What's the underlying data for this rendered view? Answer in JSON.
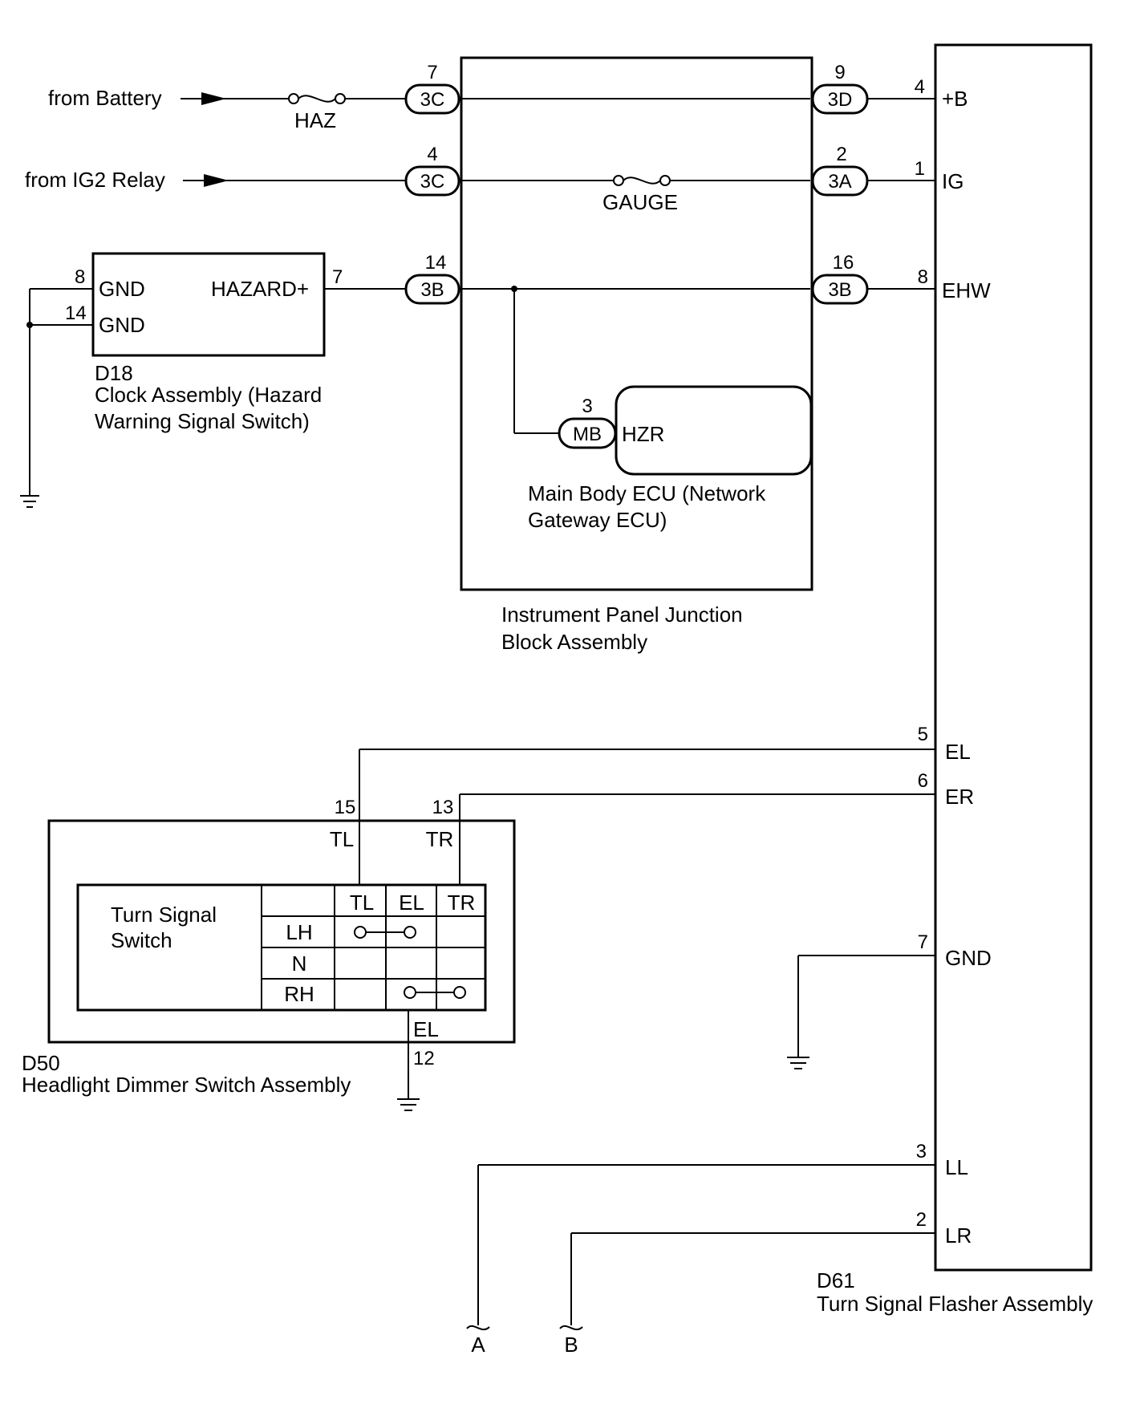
{
  "inputs": {
    "battery": "from Battery",
    "ig2": "from IG2 Relay"
  },
  "fuses": {
    "haz": "HAZ",
    "gauge": "GAUGE"
  },
  "clock": {
    "pin_gnd1": "8",
    "pin_gnd2": "14",
    "label_gnd1": "GND",
    "label_gnd2": "GND",
    "label_hazard": "HAZARD+",
    "pin_hazard": "7",
    "code": "D18",
    "name_line1": "Clock Assembly (Hazard",
    "name_line2": "Warning Signal Switch)"
  },
  "junction": {
    "left": [
      {
        "pin": "7",
        "conn": "3C"
      },
      {
        "pin": "4",
        "conn": "3C"
      },
      {
        "pin": "14",
        "conn": "3B"
      }
    ],
    "right": [
      {
        "pin": "9",
        "conn": "3D"
      },
      {
        "pin": "2",
        "conn": "3A"
      },
      {
        "pin": "16",
        "conn": "3B"
      }
    ],
    "ecu_pin": "3",
    "ecu_conn": "MB",
    "ecu_terminal": "HZR",
    "ecu_name_line1": "Main Body ECU (Network",
    "ecu_name_line2": "Gateway ECU)",
    "name_line1": "Instrument Panel Junction",
    "name_line2": "Block Assembly"
  },
  "flasher": {
    "pins": [
      {
        "pin": "4",
        "label": "+B"
      },
      {
        "pin": "1",
        "label": "IG"
      },
      {
        "pin": "8",
        "label": "EHW"
      },
      {
        "pin": "5",
        "label": "EL"
      },
      {
        "pin": "6",
        "label": "ER"
      },
      {
        "pin": "7",
        "label": "GND"
      },
      {
        "pin": "3",
        "label": "LL"
      },
      {
        "pin": "2",
        "label": "LR"
      }
    ],
    "code": "D61",
    "name": "Turn Signal Flasher Assembly"
  },
  "dimmer": {
    "pin_tl": "15",
    "pin_tr": "13",
    "label_tl": "TL",
    "label_tr": "TR",
    "switch_name_line1": "Turn Signal",
    "switch_name_line2": "Switch",
    "table_headers": [
      "TL",
      "EL",
      "TR"
    ],
    "table_rows": [
      "LH",
      "N",
      "RH"
    ],
    "el_label": "EL",
    "el_pin": "12",
    "code": "D50",
    "name": "Headlight Dimmer Switch Assembly"
  },
  "outputs": {
    "a": "A",
    "b": "B"
  }
}
